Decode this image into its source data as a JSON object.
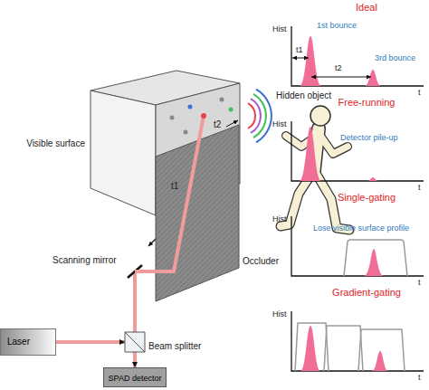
{
  "diagram": {
    "nodes": [
      {
        "text": [
          "Visible surface"
        ]
      },
      {
        "text": [
          "Occluder"
        ]
      },
      {
        "text": [
          "Laser"
        ]
      },
      {
        "text": [
          "Beam splitter"
        ]
      },
      {
        "text": [
          "SPAD detector"
        ]
      }
    ],
    "edges": [
      {
        "from": 2,
        "to": 3,
        "arrow": "to"
      },
      {
        "from": 3,
        "to": 4,
        "arrow": "to"
      }
    ],
    "labels": [
      "Hidden object",
      "t2",
      "t1",
      "Scanning mirror",
      "Ideal",
      "Hist",
      "1st bounce",
      "t1",
      "t2",
      "3rd bounce",
      "t",
      "Free-running",
      "Hist",
      "Detector pile-up",
      "t",
      "Single-gating",
      "Hist",
      "Lose visible surface profile",
      "t",
      "Gradient-gating",
      "Hist",
      "t"
    ]
  }
}
